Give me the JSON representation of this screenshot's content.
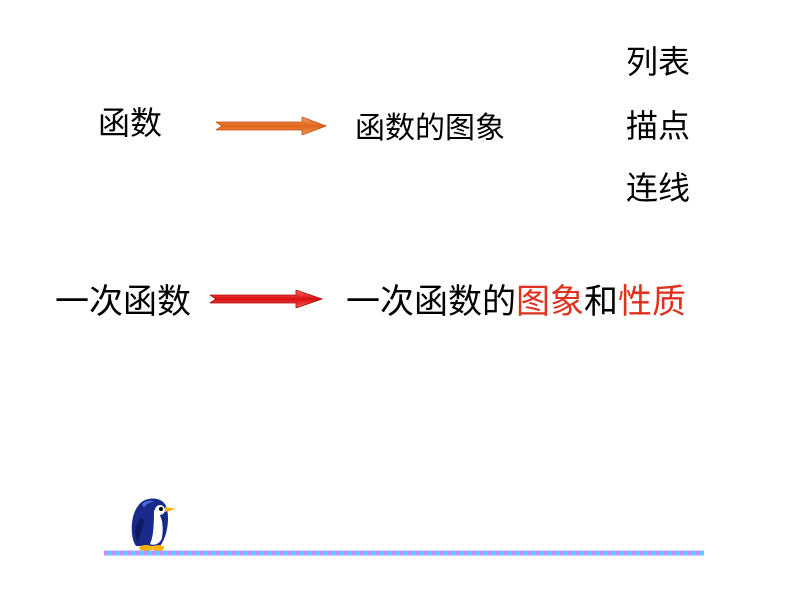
{
  "slide": {
    "row1": {
      "left": "函数",
      "right": "函数的图象"
    },
    "steps": [
      "列表",
      "描点",
      "连线"
    ],
    "row2": {
      "left": "一次函数",
      "right_plain1": "一次函数的",
      "right_hl1": "图象",
      "right_plain2": "和",
      "right_hl2": "性质"
    }
  },
  "colors": {
    "text": "#000000",
    "highlight": "#e0301e",
    "arrow1": "#f07a2a",
    "arrow2": "#e41818",
    "ground_dash_a": "#66ccff",
    "ground_dash_b": "#cc88ff"
  },
  "decor": {
    "penguin": "penguin-icon"
  }
}
